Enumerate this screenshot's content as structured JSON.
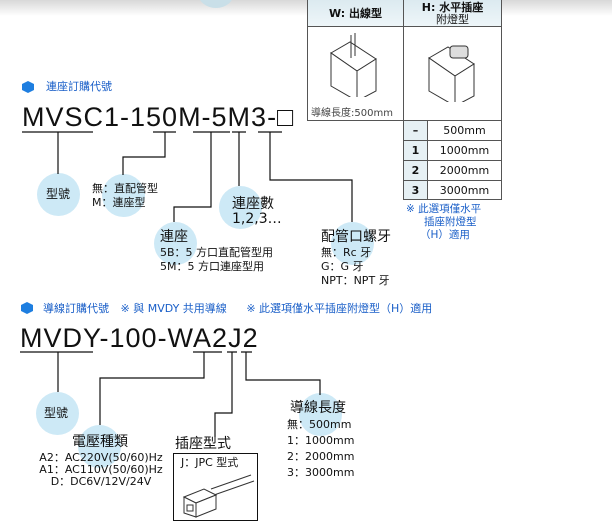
{
  "section1": {
    "title": "連座訂購代號",
    "model_parts": [
      "MVSC1",
      "-150",
      "M",
      "-",
      "5M",
      "3",
      "-",
      "□"
    ],
    "model_code": "MVSC1-150M-5M3-□",
    "labels": {
      "model": "型號",
      "type_lines": [
        "無：直配管型",
        "M：連座型"
      ],
      "manifold_title": "連座",
      "manifold_lines": [
        "5B：5 方口直配管型用",
        "5M：5 方口連座型用"
      ],
      "stations_title": "連座數",
      "stations_value": "1,2,3…",
      "thread_title": "配管口螺牙",
      "thread_lines": [
        "無：Rc 牙",
        "G：G 牙",
        "NPT：NPT 牙"
      ]
    }
  },
  "option_table": {
    "col_w": "W: 出線型",
    "col_h_line1": "H: 水平插座",
    "col_h_line2": "附燈型",
    "w_note": "導線長度:500mm",
    "rows": [
      {
        "key": "–",
        "value": "500mm"
      },
      {
        "key": "1",
        "value": "1000mm"
      },
      {
        "key": "2",
        "value": "2000mm"
      },
      {
        "key": "3",
        "value": "3000mm"
      }
    ],
    "note_lines": [
      "※  此選項僅水平",
      "插座附燈型",
      "（H）適用"
    ]
  },
  "section2": {
    "title": "導線訂購代號",
    "note1": "※ 與 MVDY 共用導線",
    "note2": "※  此選項僅水平插座附燈型（H）適用",
    "model_code": "MVDY-100-WA2J2",
    "labels": {
      "model": "型號",
      "voltage_title": "電壓種類",
      "voltage_lines": [
        "A2：AC220V(50/60)Hz",
        "A1：AC110V(50/60)Hz",
        "D：DC6V/12V/24V"
      ],
      "socket_title": "插座型式",
      "socket_value": "J：JPC 型式",
      "length_title": "導線長度",
      "length_lines": [
        "無：500mm",
        "1：1000mm",
        "2：2000mm",
        "3：3000mm"
      ]
    }
  },
  "colors": {
    "accent": "#1a5fc8",
    "bubble": "#cde9f6"
  }
}
